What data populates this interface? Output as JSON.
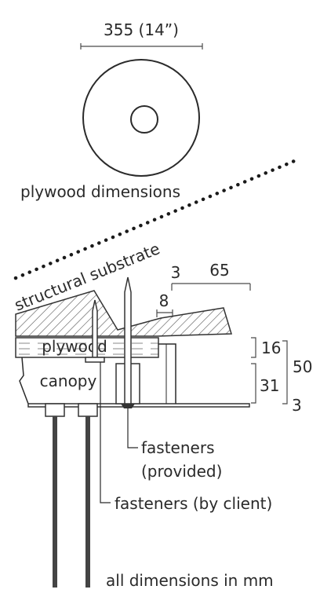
{
  "top_view": {
    "diameter_label": "355 (14”)",
    "caption": "plywood dimensions"
  },
  "section": {
    "substrate_label": "structural substrate",
    "plywood_label": "plywood",
    "canopy_label": "canopy",
    "dimension_3": "3",
    "dimension_65": "65",
    "dimension_8": "8",
    "dimension_16": "16",
    "dimension_31": "31",
    "dimension_50": "50",
    "dimension_3_bottom": "3"
  },
  "callouts": {
    "fasteners_provided_line1": "fasteners",
    "fasteners_provided_line2": "(provided)",
    "fasteners_client": "fasteners (by client)"
  },
  "footer": {
    "note": "all dimensions in mm"
  }
}
